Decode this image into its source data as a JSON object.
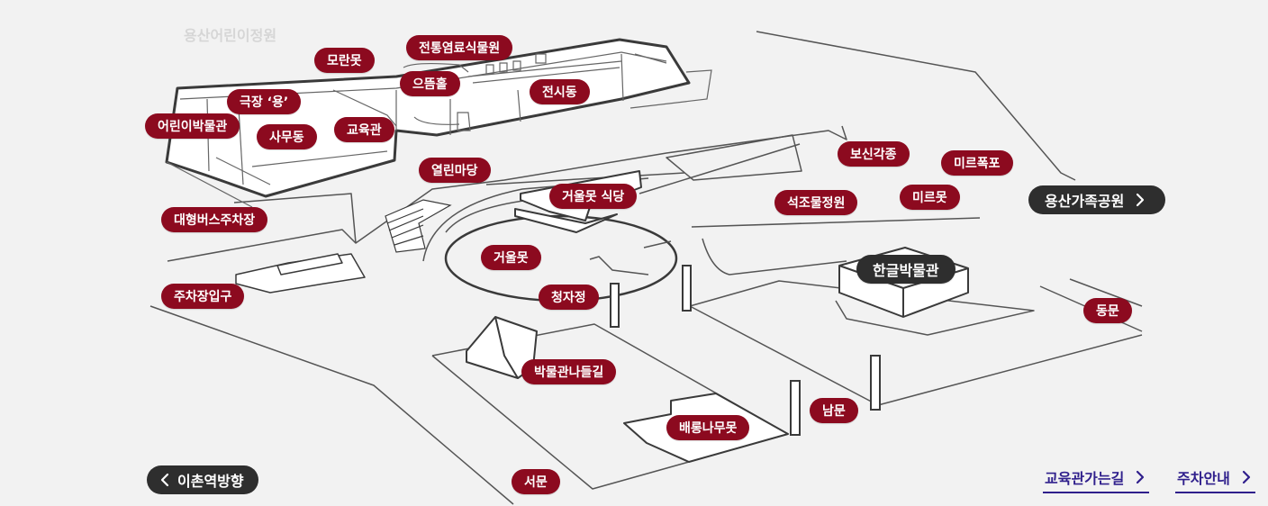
{
  "map": {
    "faint_label": "용산어린이정원",
    "locations": {
      "moranmot": "모란못",
      "jeontong": "전통염료식물원",
      "eutteum": "으뜸홀",
      "jeonsidong": "전시동",
      "theater": "극장 ‘용’",
      "childrens_museum": "어린이박물관",
      "samudong": "사무동",
      "gyoyukgwan": "교육관",
      "yeollin": "열린마당",
      "bosingakjong": "보신각종",
      "mireu_pokpo": "미르폭포",
      "restaurant": "거울못 식당",
      "garden": "석조물정원",
      "mireumot": "미르못",
      "bus_parking": "대형버스주차장",
      "geoulmot": "거울못",
      "parking_entrance": "주차장입구",
      "cheongjajeong": "청자정",
      "dongmun": "동문",
      "nadeulgil": "박물관나들길",
      "nammun": "남문",
      "baerong": "배롱나무못",
      "seomun": "서문"
    },
    "hangeul_museum": "한글박물관",
    "family_park": "용산가족공원",
    "ichon_station": "이촌역방향"
  },
  "links": {
    "edu_route": "교육관가는길",
    "parking_info": "주차안내"
  },
  "colors": {
    "marker": "#8c0a1f",
    "dark_pill": "#2e2e2e",
    "link": "#2f1f8c",
    "background": "#f2f2f2"
  }
}
